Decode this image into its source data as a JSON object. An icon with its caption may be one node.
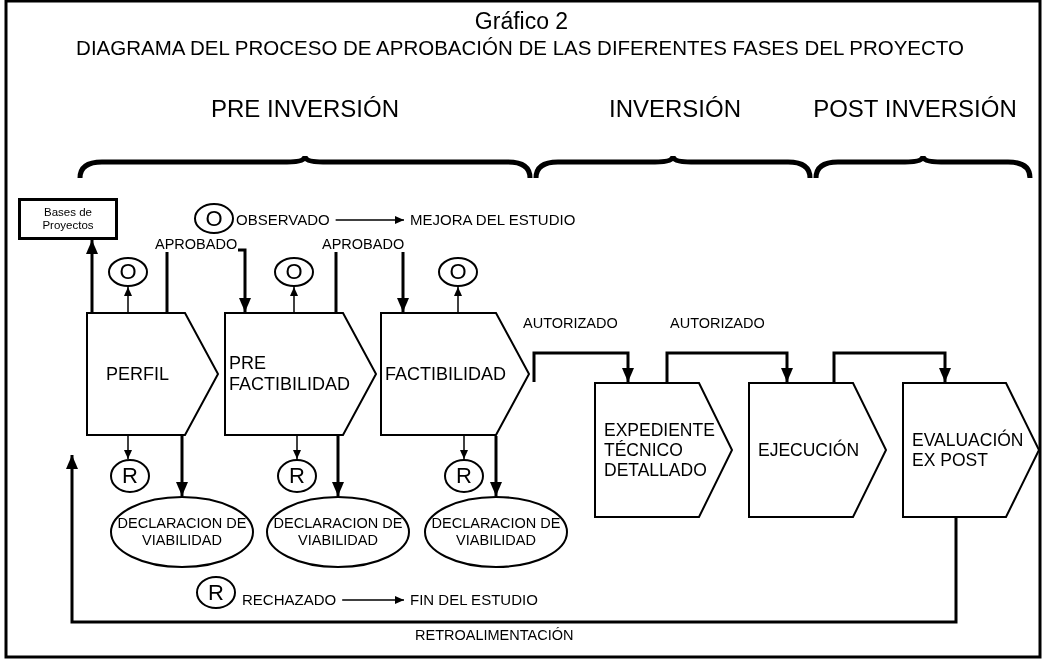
{
  "diagram": {
    "title": "Gráfico 2",
    "nodes": [
      {
        "text": [
          "Bases de Proyectos"
        ]
      },
      {
        "text": [
          "O"
        ]
      },
      {
        "text": [
          "OBSERVADO"
        ]
      },
      {
        "text": [
          "MEJORA DEL ESTUDIO"
        ]
      },
      {
        "text": [
          "O"
        ]
      },
      {
        "text": [
          "O"
        ]
      },
      {
        "text": [
          "O"
        ]
      },
      {
        "text": [
          "PERFIL"
        ]
      },
      {
        "text": [
          "PRE FACTIBILIDAD"
        ]
      },
      {
        "text": [
          "FACTIBILIDAD"
        ]
      },
      {
        "text": [
          "EXPEDIENTE TÉCNICO DETALLADO"
        ]
      },
      {
        "text": [
          "EJECUCIÓN"
        ]
      },
      {
        "text": [
          "EVALUACIÓN EX POST"
        ]
      },
      {
        "text": [
          "R"
        ]
      },
      {
        "text": [
          "R"
        ]
      },
      {
        "text": [
          "R"
        ]
      },
      {
        "text": [
          "DECLARACION DE VIABILIDAD"
        ]
      },
      {
        "text": [
          "DECLARACION DE VIABILIDAD"
        ]
      },
      {
        "text": [
          "DECLARACION DE VIABILIDAD"
        ]
      },
      {
        "text": [
          "R"
        ]
      },
      {
        "text": [
          "RECHAZADO"
        ]
      },
      {
        "text": [
          "FIN DEL ESTUDIO"
        ]
      }
    ],
    "edges": [
      {
        "from": 7,
        "to": 0,
        "arrow": "to"
      },
      {
        "from": 7,
        "to": 4,
        "arrow": "to"
      },
      {
        "from": 7,
        "to": 8,
        "arrow": "to",
        "label": "APROBADO"
      },
      {
        "from": 8,
        "to": 5,
        "arrow": "to"
      },
      {
        "from": 8,
        "to": 9,
        "arrow": "to",
        "label": "APROBADO"
      },
      {
        "from": 9,
        "to": 6,
        "arrow": "to"
      },
      {
        "from": 9,
        "to": 10,
        "arrow": "to",
        "label": "AUTORIZADO"
      },
      {
        "from": 10,
        "to": 11,
        "arrow": "to",
        "label": "AUTORIZADO"
      },
      {
        "from": 11,
        "to": 12,
        "arrow": "to"
      },
      {
        "from": 7,
        "to": 13,
        "arrow": "to"
      },
      {
        "from": 7,
        "to": 16,
        "arrow": "to"
      },
      {
        "from": 8,
        "to": 14,
        "arrow": "to"
      },
      {
        "from": 8,
        "to": 17,
        "arrow": "to"
      },
      {
        "from": 9,
        "to": 15,
        "arrow": "to"
      },
      {
        "from": 9,
        "to": 18,
        "arrow": "to"
      },
      {
        "from": 12,
        "to": 7,
        "arrow": "to",
        "label": "RETROALIMENTACIÓN"
      },
      {
        "from": 2,
        "to": 3,
        "arrow": "to"
      },
      {
        "from": 20,
        "to": 21,
        "arrow": "to"
      }
    ],
    "labels": [
      "DIAGRAMA DEL PROCESO DE APROBACIÓN DE LAS DIFERENTES FASES DEL PROYECTO",
      "PRE INVERSIÓN",
      "INVERSIÓN",
      "POST INVERSIÓN"
    ]
  }
}
